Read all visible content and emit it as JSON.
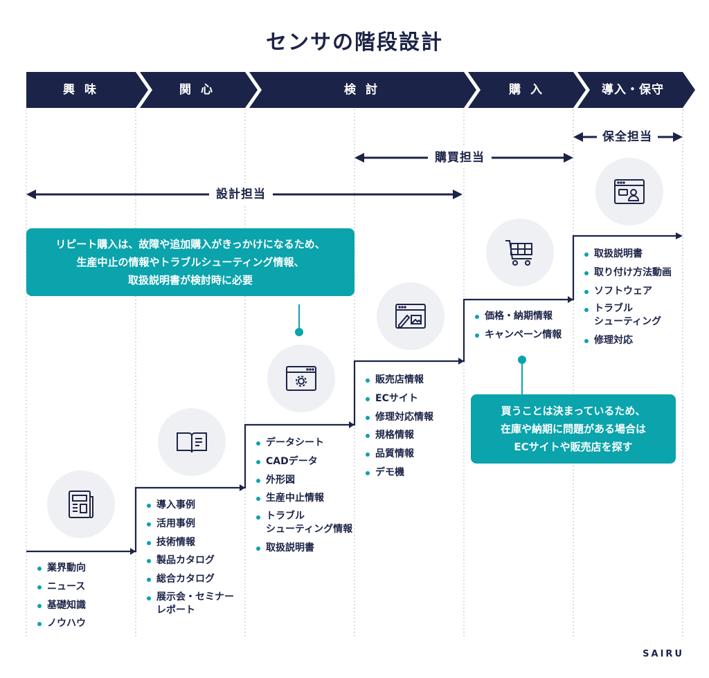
{
  "title": "センサの階段設計",
  "phases": [
    "興 味",
    "関 心",
    "検 討",
    "購 入",
    "導入・保守"
  ],
  "roles": {
    "design": "設計担当",
    "purchase": "購買担当",
    "maintenance": "保全担当"
  },
  "callouts": {
    "repeat": [
      "リピート購入は、故障や追加購入がきっかけになるため、",
      "生産中止の情報やトラブルシューティング情報、",
      "取扱説明書が検討時に必要"
    ],
    "purchase": [
      "買うことは決まっているため、",
      "在庫や納期に問題がある場合は",
      "ECサイトや販売店を探す"
    ]
  },
  "stages": [
    {
      "icon": "newspaper-icon",
      "items": [
        "業界動向",
        "ニュース",
        "基礎知識",
        "ノウハウ"
      ]
    },
    {
      "icon": "book-icon",
      "items": [
        "導入事例",
        "活用事例",
        "技術情報",
        "製品カタログ",
        "総合カタログ",
        "展示会・セミナー\nレポート"
      ]
    },
    {
      "icon": "settings-window-icon",
      "items": [
        "データシート",
        "CADデータ",
        "外形図",
        "生産中止情報",
        "トラブル\nシューティング情報",
        "取扱説明書"
      ]
    },
    {
      "icon": "web-design-icon",
      "items": [
        "販売店情報",
        "ECサイト",
        "修理対応情報",
        "規格情報",
        "品質情報",
        "デモ機"
      ]
    },
    {
      "icon": "shopping-cart-icon",
      "items": [
        "価格・納期情報",
        "キャンペーン情報"
      ]
    },
    {
      "icon": "support-window-icon",
      "items": [
        "取扱説明書",
        "取り付け方法動画",
        "ソフトウェア",
        "トラブル\nシューティング",
        "修理対応"
      ]
    }
  ],
  "brand": "SAIRU",
  "colors": {
    "navy": "#1c2348",
    "teal": "#0ba3ac",
    "circle": "#eff0f3"
  }
}
